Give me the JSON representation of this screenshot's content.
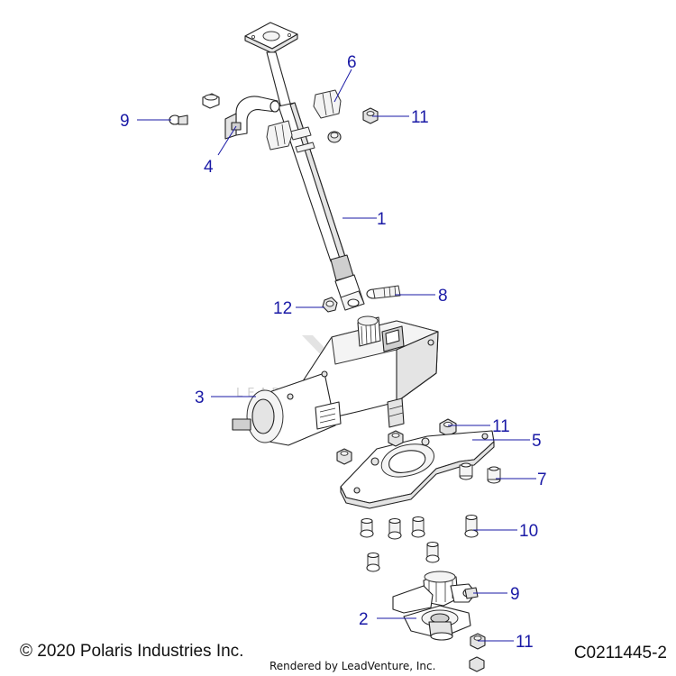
{
  "diagram": {
    "callouts": [
      {
        "id": "callout-1",
        "label": "1"
      },
      {
        "id": "callout-2",
        "label": "2"
      },
      {
        "id": "callout-3",
        "label": "3"
      },
      {
        "id": "callout-4",
        "label": "4"
      },
      {
        "id": "callout-5",
        "label": "5"
      },
      {
        "id": "callout-6",
        "label": "6"
      },
      {
        "id": "callout-7",
        "label": "7"
      },
      {
        "id": "callout-8",
        "label": "8"
      },
      {
        "id": "callout-9-top",
        "label": "9"
      },
      {
        "id": "callout-9-bottom",
        "label": "9"
      },
      {
        "id": "callout-10",
        "label": "10"
      },
      {
        "id": "callout-11-top",
        "label": "11"
      },
      {
        "id": "callout-11-middle",
        "label": "11"
      },
      {
        "id": "callout-11-bottom",
        "label": "11"
      },
      {
        "id": "callout-12",
        "label": "12"
      }
    ],
    "watermark": "LEADVENTURE",
    "callout_color": "#1a1aa6"
  },
  "footer": {
    "copyright": "© 2020 Polaris Industries Inc.",
    "rendered_by": "Rendered by LeadVenture, Inc.",
    "drawing_number": "C0211445-2"
  }
}
